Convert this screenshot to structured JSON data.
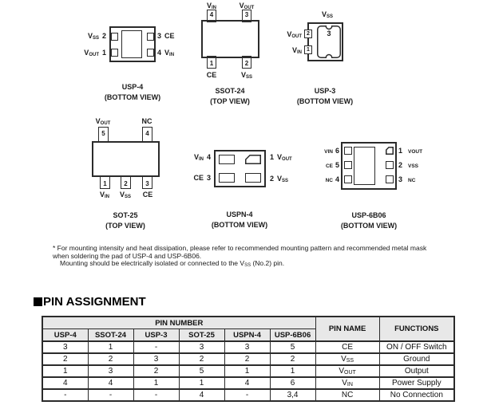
{
  "colors": {
    "line": "#2b2b2b",
    "table_header_bg": "#e8e8e8",
    "text": "#1a1a1a"
  },
  "packages": {
    "usp4": {
      "caption": "USP-4",
      "view": "(BOTTOM VIEW)",
      "left_top": {
        "base": "V",
        "sub": "SS",
        "num": "2"
      },
      "left_bottom": {
        "base": "V",
        "sub": "OUT",
        "num": "1"
      },
      "right_top": {
        "num": "3",
        "name": "CE"
      },
      "right_bottom": {
        "num": "4",
        "base": "V",
        "sub": "IN"
      }
    },
    "ssot24": {
      "caption": "SSOT-24",
      "view": "(TOP VIEW)",
      "top_left": {
        "base": "V",
        "sub": "IN",
        "num": "4"
      },
      "top_right": {
        "base": "V",
        "sub": "OUT",
        "num": "3"
      },
      "bottom_left": {
        "name": "CE",
        "num": "1"
      },
      "bottom_right": {
        "base": "V",
        "sub": "SS",
        "num": "2"
      }
    },
    "usp3": {
      "caption": "USP-3",
      "view": "(BOTTOM VIEW)",
      "top_label": {
        "base": "V",
        "sub": "SS"
      },
      "pad_num": "3",
      "left_top": {
        "base": "V",
        "sub": "OUT",
        "num": "2"
      },
      "left_bottom": {
        "base": "V",
        "sub": "IN",
        "num": "1"
      }
    },
    "sot25": {
      "caption": "SOT-25",
      "view": "(TOP VIEW)",
      "top_left": {
        "base": "V",
        "sub": "OUT",
        "num": "5"
      },
      "top_right": {
        "name": "NC",
        "num": "4"
      },
      "bottom1": {
        "base": "V",
        "sub": "IN",
        "num": "1"
      },
      "bottom2": {
        "base": "V",
        "sub": "SS",
        "num": "2"
      },
      "bottom3": {
        "name": "CE",
        "num": "3"
      }
    },
    "uspn4": {
      "caption": "USPN-4",
      "view": "(BOTTOM VIEW)",
      "left_top": {
        "base": "V",
        "sub": "IN",
        "num": "4"
      },
      "left_bottom": {
        "name": "CE",
        "num": "3"
      },
      "right_top": {
        "num": "1",
        "base": "V",
        "sub": "OUT"
      },
      "right_bottom": {
        "num": "2",
        "base": "V",
        "sub": "SS"
      }
    },
    "usp6b06": {
      "caption": "USP-6B06",
      "view": "(BOTTOM VIEW)",
      "left1": {
        "name": "VIN",
        "num": "6"
      },
      "left2": {
        "name": "CE",
        "num": "5"
      },
      "left3": {
        "name": "NC",
        "num": "4"
      },
      "right1": {
        "num": "1",
        "name": "VOUT"
      },
      "right2": {
        "num": "2",
        "name": "VSS"
      },
      "right3": {
        "num": "3",
        "name": "NC"
      }
    }
  },
  "footnote": {
    "line1": "* For mounting intensity and heat dissipation, please refer to recommended mounting pattern and recommended metal mask",
    "line2": "when soldering the pad of USP-4 and USP-6B06.",
    "line3_pre": "Mounting should be electrically isolated or connected to the V",
    "line3_sub": "SS",
    "line3_post": " (No.2) pin."
  },
  "section": {
    "title": "PIN ASSIGNMENT"
  },
  "table": {
    "group_header": "PIN NUMBER",
    "pin_name_header": "PIN NAME",
    "functions_header": "FUNCTIONS",
    "columns": [
      "USP-4",
      "SSOT-24",
      "USP-3",
      "SOT-25",
      "USPN-4",
      "USP-6B06"
    ],
    "rows": [
      {
        "cells": [
          "3",
          "1",
          "-",
          "3",
          "3",
          "5"
        ],
        "pin": {
          "base": "CE",
          "sub": ""
        },
        "function": "ON / OFF Switch"
      },
      {
        "cells": [
          "2",
          "2",
          "3",
          "2",
          "2",
          "2"
        ],
        "pin": {
          "base": "V",
          "sub": "SS"
        },
        "function": "Ground"
      },
      {
        "cells": [
          "1",
          "3",
          "2",
          "5",
          "1",
          "1"
        ],
        "pin": {
          "base": "V",
          "sub": "OUT"
        },
        "function": "Output"
      },
      {
        "cells": [
          "4",
          "4",
          "1",
          "1",
          "4",
          "6"
        ],
        "pin": {
          "base": "V",
          "sub": "IN"
        },
        "function": "Power Supply"
      },
      {
        "cells": [
          "-",
          "-",
          "-",
          "4",
          "-",
          "3,4"
        ],
        "pin": {
          "base": "NC",
          "sub": ""
        },
        "function": "No Connection"
      }
    ]
  }
}
